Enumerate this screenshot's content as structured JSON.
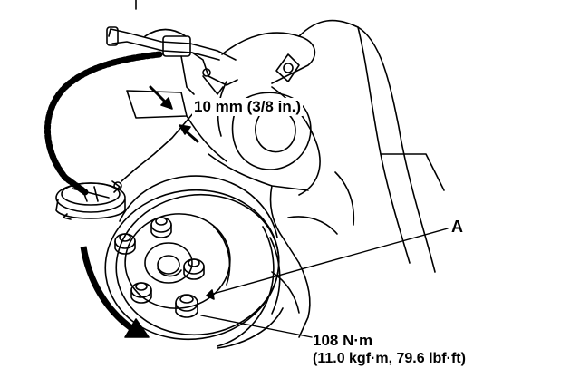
{
  "callouts": {
    "gap_setting": "10 mm (3/8 in.)",
    "part_label": "A",
    "torque_line1": "108 N·m",
    "torque_line2": "(11.0 kgf·m, 79.6 lbf·ft)"
  },
  "colors": {
    "ink": "#000000",
    "paper": "#ffffff"
  }
}
